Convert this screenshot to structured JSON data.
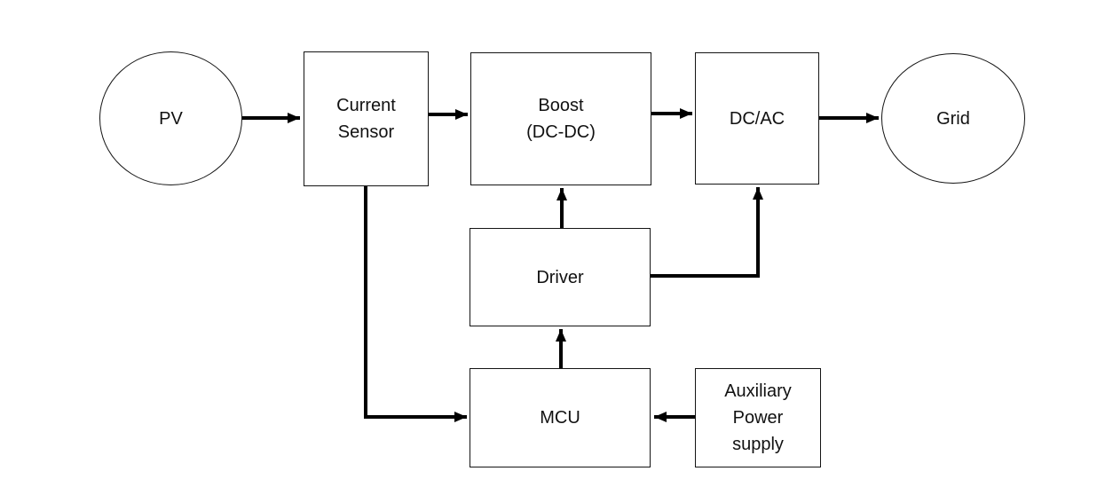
{
  "diagram": {
    "type": "block-diagram",
    "subject": "PV grid-connected power system",
    "background": "#ffffff",
    "stroke_color": "#000000",
    "text_color": "#111111",
    "nodes": {
      "pv": {
        "label": "PV",
        "shape": "ellipse"
      },
      "current_sensor": {
        "label": "Current\nSensor",
        "shape": "rect"
      },
      "boost": {
        "label": "Boost\n(DC-DC)",
        "shape": "rect"
      },
      "dc_ac": {
        "label": "DC/AC",
        "shape": "rect"
      },
      "grid": {
        "label": "Grid",
        "shape": "ellipse"
      },
      "driver": {
        "label": "Driver",
        "shape": "rect"
      },
      "mcu": {
        "label": "MCU",
        "shape": "rect"
      },
      "aux_power": {
        "label": "Auxiliary\nPower\nsupply",
        "shape": "rect"
      }
    },
    "edges": [
      {
        "from": "pv",
        "to": "current_sensor"
      },
      {
        "from": "current_sensor",
        "to": "boost"
      },
      {
        "from": "boost",
        "to": "dc_ac"
      },
      {
        "from": "dc_ac",
        "to": "grid"
      },
      {
        "from": "driver",
        "to": "boost"
      },
      {
        "from": "driver",
        "to": "dc_ac"
      },
      {
        "from": "mcu",
        "to": "driver"
      },
      {
        "from": "current_sensor",
        "to": "mcu"
      },
      {
        "from": "aux_power",
        "to": "mcu"
      }
    ]
  }
}
